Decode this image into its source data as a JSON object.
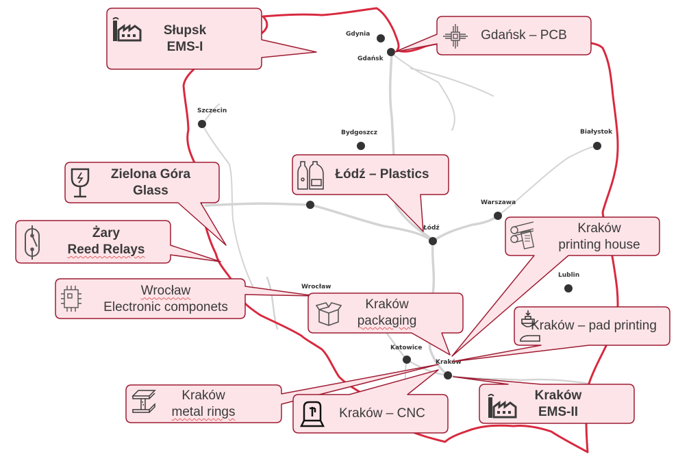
{
  "colors": {
    "border_line": "#d8293f",
    "callout_fill": "#fde4e8",
    "callout_stroke": "#9e1b32",
    "road": "#d4d4d4",
    "city_dot": "#333333",
    "icon": "#3a3a3a"
  },
  "cities": [
    {
      "name": "Gdynia"
    },
    {
      "name": "Gdańsk"
    },
    {
      "name": "Szczecin"
    },
    {
      "name": "Bydgoszcz"
    },
    {
      "name": "Białystok"
    },
    {
      "name": "Warszawa"
    },
    {
      "name": "Łódź"
    },
    {
      "name": "Wrocław"
    },
    {
      "name": "Lublin"
    },
    {
      "name": "Katowice"
    },
    {
      "name": "Kraków"
    },
    {
      "name": ""
    }
  ],
  "callouts": [
    {
      "id": "slupsk",
      "lines": [
        "Słupsk",
        "EMS-I"
      ],
      "bold": true,
      "icon": "factory-icon"
    },
    {
      "id": "gdansk",
      "lines": [
        "Gdańsk – PCB"
      ],
      "bold": false,
      "icon": "circuit-chip-icon"
    },
    {
      "id": "zielona-gora",
      "lines": [
        "Zielona Góra",
        "Glass"
      ],
      "bold": true,
      "icon": "fragile-glass-icon"
    },
    {
      "id": "lodz",
      "lines": [
        "Łódź – Plastics"
      ],
      "bold": true,
      "icon": "plastic-bottles-icon"
    },
    {
      "id": "zary",
      "lines": [
        "Żary",
        "Reed Relays"
      ],
      "bold": true,
      "icon": "reed-relay-icon"
    },
    {
      "id": "krakow-printing",
      "lines": [
        "Kraków",
        "printing house"
      ],
      "bold": false,
      "icon": "printing-rollers-icon"
    },
    {
      "id": "wroclaw",
      "lines": [
        "Wrocław",
        "Electronic componets"
      ],
      "bold": false,
      "icon": "microchip-icon"
    },
    {
      "id": "krakow-packaging",
      "lines": [
        "Kraków",
        "packaging"
      ],
      "bold": false,
      "icon": "open-box-icon"
    },
    {
      "id": "krakow-pad",
      "lines": [
        "Kraków – pad printing"
      ],
      "bold": false,
      "icon": "pad-printing-icon"
    },
    {
      "id": "krakow-metal",
      "lines": [
        "Kraków",
        "metal rings"
      ],
      "bold": false,
      "icon": "steel-beam-icon"
    },
    {
      "id": "krakow-cnc",
      "lines": [
        "Kraków – CNC"
      ],
      "bold": false,
      "icon": "cnc-machine-icon"
    },
    {
      "id": "krakow-ems2",
      "lines": [
        "Kraków",
        "EMS-II"
      ],
      "bold": true,
      "icon": "factory-icon"
    }
  ]
}
